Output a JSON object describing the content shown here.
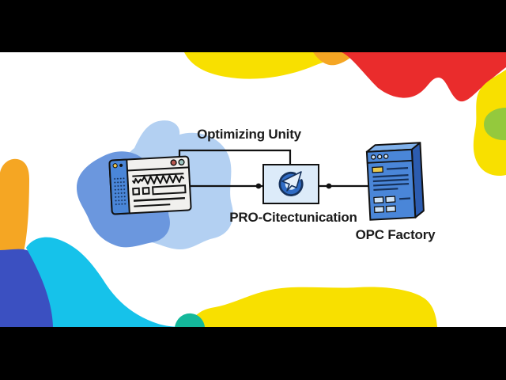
{
  "frame": {
    "kind": "letterboxed-video-frame",
    "letterbox_color": "#000000",
    "canvas_color": "#ffffff"
  },
  "diagram": {
    "connection_label": "Optimizing Unity",
    "nodes": [
      {
        "name": "hmi-workstation",
        "type": "browser-window-illustration",
        "label": ""
      },
      {
        "name": "communication-gateway",
        "type": "icon-box",
        "icon": "circular-arrow-send-icon",
        "label": "PRO-Citectunication"
      },
      {
        "name": "opc-server",
        "type": "server-illustration",
        "icon": "server-icon",
        "label": "OPC Factory"
      }
    ]
  },
  "colors": {
    "letterbox": "#000000",
    "background": "#ffffff",
    "blob_yellow": "#f8e000",
    "blob_orange": "#f5a623",
    "blob_red": "#ea2c2c",
    "blob_green": "#94c93d",
    "blob_indigo": "#3b50c1",
    "blob_cyan": "#16c2ea",
    "blob_teal": "#14b89b",
    "backdrop_light_blue": "#b3d0f2",
    "backdrop_medium_blue": "#6b97de",
    "panel_blue": "#4a86d8",
    "server_side_blue": "#2c5cb0",
    "server_top_blue": "#7fb0ea",
    "box_fill": "#dcebf9",
    "line_color": "#111111",
    "icon_navy": "#16325c",
    "icon_blue": "#2f6bc4"
  }
}
